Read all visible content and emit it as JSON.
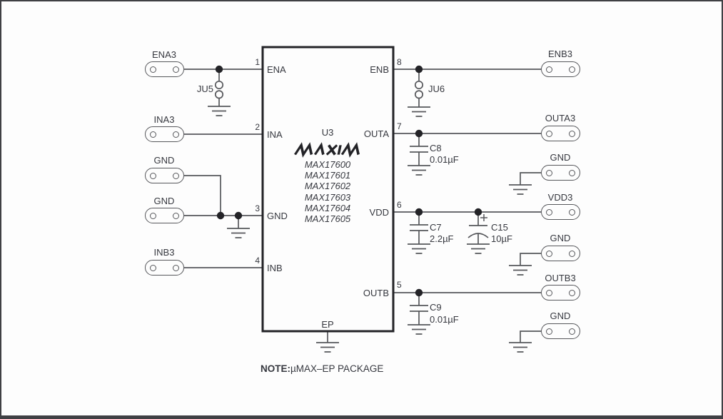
{
  "ic": {
    "ref": "U3",
    "brand": "MAXIM",
    "part_numbers": [
      "MAX17600",
      "MAX17601",
      "MAX17602",
      "MAX17603",
      "MAX17604",
      "MAX17605"
    ],
    "pins_left": [
      {
        "num": "1",
        "name": "ENA"
      },
      {
        "num": "2",
        "name": "INA"
      },
      {
        "num": "3",
        "name": "GND"
      },
      {
        "num": "4",
        "name": "INB"
      }
    ],
    "pins_right": [
      {
        "num": "8",
        "name": "ENB"
      },
      {
        "num": "7",
        "name": "OUTA"
      },
      {
        "num": "6",
        "name": "VDD"
      },
      {
        "num": "5",
        "name": "OUTB"
      }
    ],
    "pin_bottom": "EP"
  },
  "connectors_left": [
    {
      "label": "ENA3"
    },
    {
      "label": "INA3"
    },
    {
      "label": "GND"
    },
    {
      "label": "GND"
    },
    {
      "label": "INB3"
    }
  ],
  "connectors_right": [
    {
      "label": "ENB3"
    },
    {
      "label": "OUTA3"
    },
    {
      "label": "GND"
    },
    {
      "label": "VDD3"
    },
    {
      "label": "GND"
    },
    {
      "label": "OUTB3"
    },
    {
      "label": "GND"
    }
  ],
  "jumpers": [
    {
      "label": "JU5"
    },
    {
      "label": "JU6"
    }
  ],
  "capacitors": [
    {
      "ref": "C8",
      "value": "0.01µF"
    },
    {
      "ref": "C7",
      "value": "2.2µF"
    },
    {
      "ref": "C15",
      "value": "10µF",
      "polarized": "+"
    },
    {
      "ref": "C9",
      "value": "0.01µF"
    }
  ],
  "note": {
    "prefix": "NOTE:",
    "text": "µMAX–EP PACKAGE"
  },
  "colors": {
    "wire": "#56575b",
    "ink": "#232327",
    "text": "#36383f"
  }
}
